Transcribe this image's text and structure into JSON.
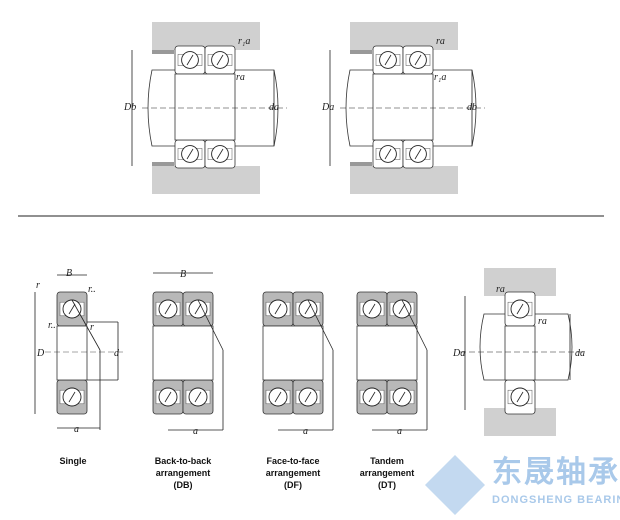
{
  "top_diagrams": [
    {
      "labels": {
        "r_top": "r₁a",
        "r_mid": "ra",
        "left_dim": "Db",
        "right_dim": "da"
      }
    },
    {
      "labels": {
        "r_top": "ra",
        "r_mid": "r₁a",
        "left_dim": "Da",
        "right_dim": "db"
      }
    }
  ],
  "single_labels": {
    "B": "B",
    "r1": "r",
    "r2": "r..",
    "r3": "r..",
    "r4": "r",
    "D": "D",
    "d": "d",
    "a": "a"
  },
  "pair_labels": {
    "B": "B",
    "a": "a"
  },
  "mounted_labels": {
    "r_top": "ra",
    "r_mid": "ra",
    "left_dim": "Da",
    "right_dim": "da"
  },
  "captions": [
    {
      "lines": [
        "Single"
      ]
    },
    {
      "lines": [
        "Back-to-back",
        "arrangement",
        "(DB)"
      ]
    },
    {
      "lines": [
        "Face-to-face",
        "arrangement",
        "(DF)"
      ]
    },
    {
      "lines": [
        "Tandem",
        "arrangement",
        "(DT)"
      ]
    }
  ],
  "logo": {
    "cn": "东晟轴承",
    "en": "DONGSHENG BEARING"
  },
  "colors": {
    "housing": "#d0d0d0",
    "ring": "#b8b8b8",
    "logo": "#a9c9ea"
  }
}
